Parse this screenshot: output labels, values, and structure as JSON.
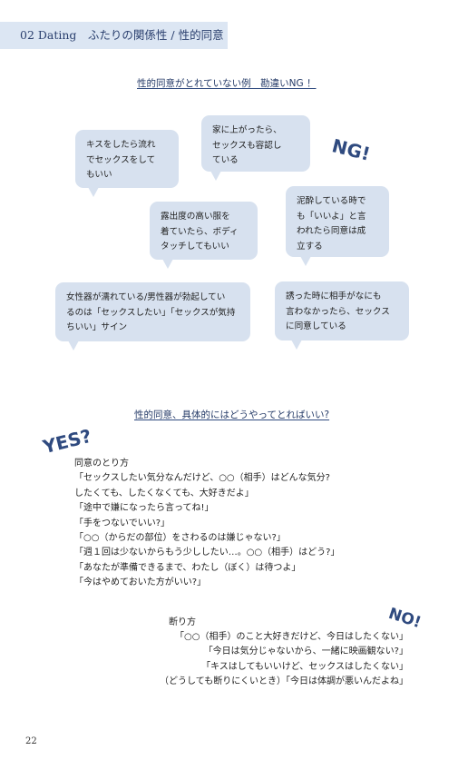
{
  "header": {
    "title": "02 Dating　ふたりの関係性 / 性的同意"
  },
  "section1": {
    "heading": "性的同意がとれていない例　勘違いNG ！"
  },
  "bubbles": [
    {
      "lines": [
        "キスをしたら流れ",
        "でセックスをして",
        "もいい"
      ]
    },
    {
      "lines": [
        "家に上がったら、",
        "セックスも容認し",
        "ている"
      ]
    },
    {
      "lines": [
        "泥酔している時で",
        "も「いいよ」と言",
        "われたら同意は成",
        "立する"
      ]
    },
    {
      "lines": [
        "露出度の高い服を",
        "着ていたら、ボディ",
        "タッチしてもいい"
      ]
    },
    {
      "lines": [
        "女性器が濡れている/男性器が勃起してい",
        "るのは「セックスしたい」「セックスが気持",
        "ちいい」サイン"
      ]
    },
    {
      "lines": [
        "誘った時に相手がなにも",
        "言わなかったら、セックス",
        "に同意している"
      ]
    }
  ],
  "deco": {
    "ng": "NG!",
    "yes": "YES?",
    "no": "NO!"
  },
  "section2": {
    "heading": "性的同意、具体的にはどうやってとればいい?"
  },
  "consent": {
    "title": "同意のとり方",
    "lines": [
      "「セックスしたい気分なんだけど、○○（相手）はどんな気分?",
      "したくても、したくなくても、大好きだよ」",
      "「途中で嫌になったら言ってね!」",
      "「手をつないでいい?」",
      "「○○（からだの部位）をさわるのは嫌じゃない?」",
      "「週１回は少ないからもう少ししたい…。○○（相手）はどう?」",
      "「あなたが準備できるまで、わたし（ぼく）は待つよ」",
      "「今はやめておいた方がいい?」"
    ]
  },
  "refusal": {
    "title": "断り方",
    "lines": [
      "「○○（相手）のこと大好きだけど、今日はしたくない」",
      "「今日は気分じゃないから、一緒に映画観ない?」",
      "「キスはしてもいいけど、セックスはしたくない」",
      "（どうしても断りにくいとき）「今日は体調が悪いんだよね」"
    ]
  },
  "page_number": "22"
}
